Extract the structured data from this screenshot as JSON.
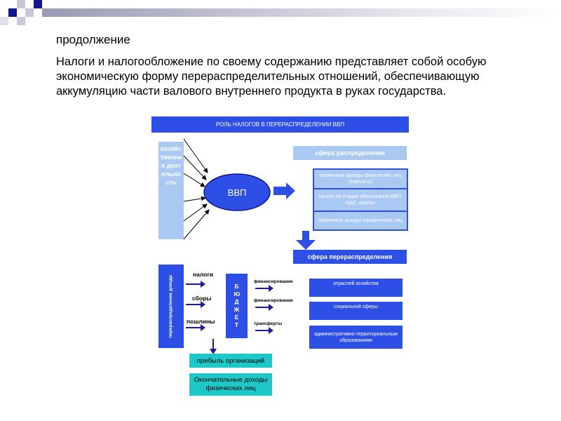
{
  "slide": {
    "title": "продолжение",
    "paragraph": "Налоги и  налогообложение по своему содержанию представляет собой особую экономическую форму перераспределительных отношений, обеспечивающую аккумуляцию части валового внутреннего продукта в руках государства."
  },
  "diagram": {
    "header": "РОЛЬ НАЛОГОВ В ПЕРЕРАСПРЕДЕЛЕНИИ ВВП",
    "left_column": "хозяйственная деятельность",
    "center_node": "ВВП",
    "distribution": {
      "label": "сфера распределения",
      "items": [
        "первичные доходы физических лиц (зарплата)",
        "налоги на стадии образования ВВП: НДС, акцизы",
        "первичные доходы юридических лиц"
      ]
    },
    "redistribution_label": "сфера перераспределения",
    "side_label": "перераспределение дохода",
    "sources": [
      "налоги",
      "сборы",
      "пошлины"
    ],
    "budget": "БЮДЖЕТ",
    "flows": [
      "финансирование",
      "финансирование",
      "трансферты"
    ],
    "targets": [
      "отраслей хозяйства",
      "социальной сферы",
      "административно-территориальным образованиям"
    ],
    "results": [
      "прибыль организаций",
      "Окончательные доходы физических лиц"
    ]
  },
  "colors": {
    "dark_blue": "#2d4fe6",
    "light_blue": "#a9c9f2",
    "teal": "#1ec8c8",
    "navy": "#14148c"
  }
}
